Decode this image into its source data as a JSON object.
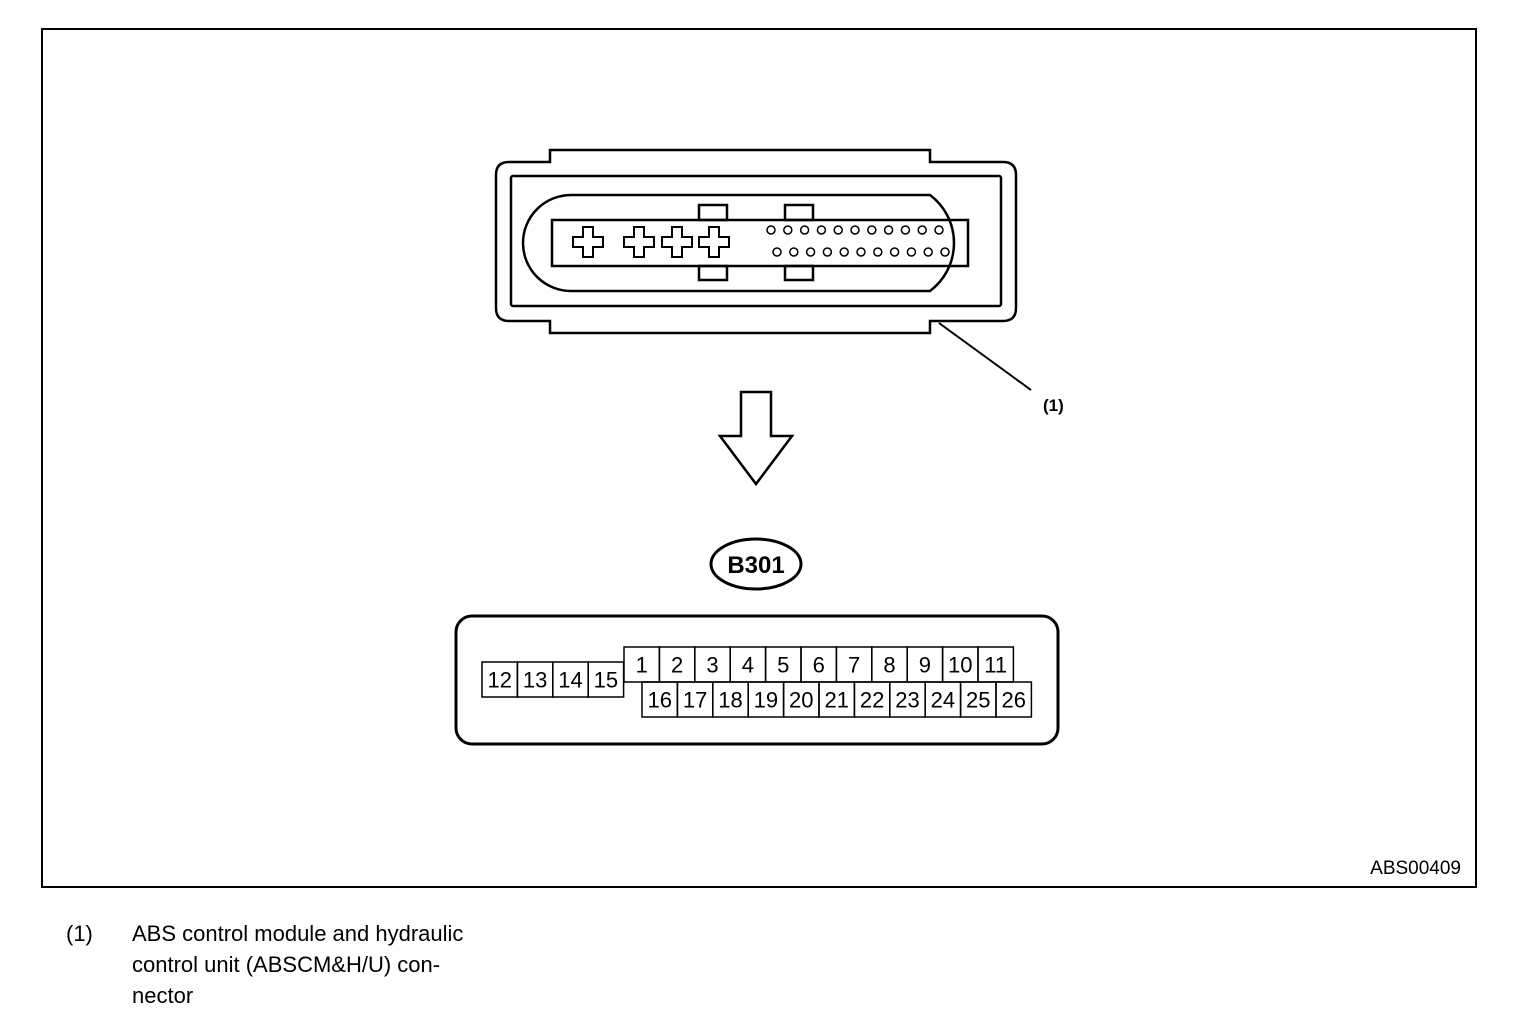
{
  "connector_id": "B301",
  "callout_label": "(1)",
  "figure_id": "ABS00409",
  "caption": {
    "number": "(1)",
    "text": "ABS control module and hydraulic\ncontrol unit (ABSCM&H/U) con-\nnector"
  },
  "terminals": {
    "top_row": [
      "1",
      "2",
      "3",
      "4",
      "5",
      "6",
      "7",
      "8",
      "9",
      "10",
      "11"
    ],
    "bottom_row": [
      "16",
      "17",
      "18",
      "19",
      "20",
      "21",
      "22",
      "23",
      "24",
      "25",
      "26"
    ],
    "left_block": [
      "12",
      "13",
      "14",
      "15"
    ]
  }
}
